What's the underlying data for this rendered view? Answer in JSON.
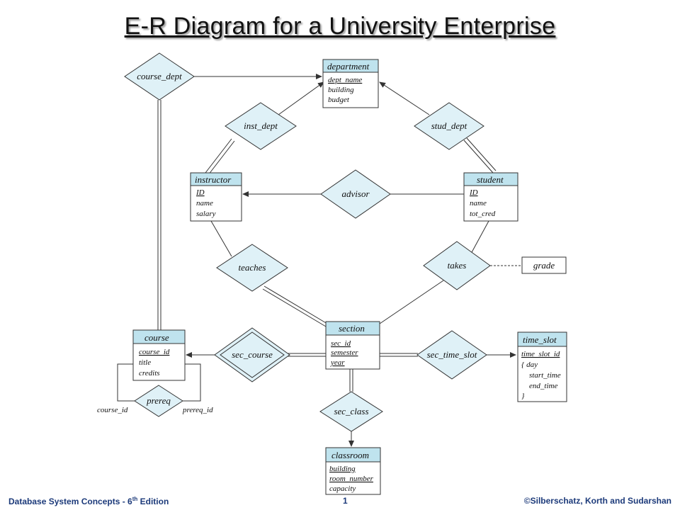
{
  "title": "E-R Diagram for a University Enterprise",
  "entities": {
    "department": {
      "name": "department",
      "attributes": [
        "dept_name",
        "building",
        "budget"
      ]
    },
    "instructor": {
      "name": "instructor",
      "attributes": [
        "ID",
        "name",
        "salary"
      ]
    },
    "student": {
      "name": "student",
      "attributes": [
        "ID",
        "name",
        "tot_cred"
      ]
    },
    "course": {
      "name": "course",
      "attributes": [
        "course_id",
        "title",
        "credits"
      ]
    },
    "section": {
      "name": "section",
      "attributes": [
        "sec_id",
        "semester",
        "year"
      ]
    },
    "time_slot": {
      "name": "time_slot",
      "attributes": [
        "time_slot_id",
        "{ day",
        "start_time",
        "end_time",
        "}"
      ]
    },
    "classroom": {
      "name": "classroom",
      "attributes": [
        "building",
        "room_number",
        "capacity"
      ]
    }
  },
  "relationships": {
    "course_dept": "course_dept",
    "inst_dept": "inst_dept",
    "stud_dept": "stud_dept",
    "advisor": "advisor",
    "teaches": "teaches",
    "takes": "takes",
    "sec_course": "sec_course",
    "sec_time_slot": "sec_time_slot",
    "sec_class": "sec_class",
    "prereq": "prereq"
  },
  "relationship_attribute": "grade",
  "role_labels": {
    "course_id": "course_id",
    "prereq_id": "prereq_id"
  },
  "footer": {
    "left_prefix": "Database  System Concepts  - 6",
    "left_sup": "th",
    "left_suffix": " Edition",
    "page": "1",
    "right": "©Silberschatz, Korth and Sudarshan"
  }
}
